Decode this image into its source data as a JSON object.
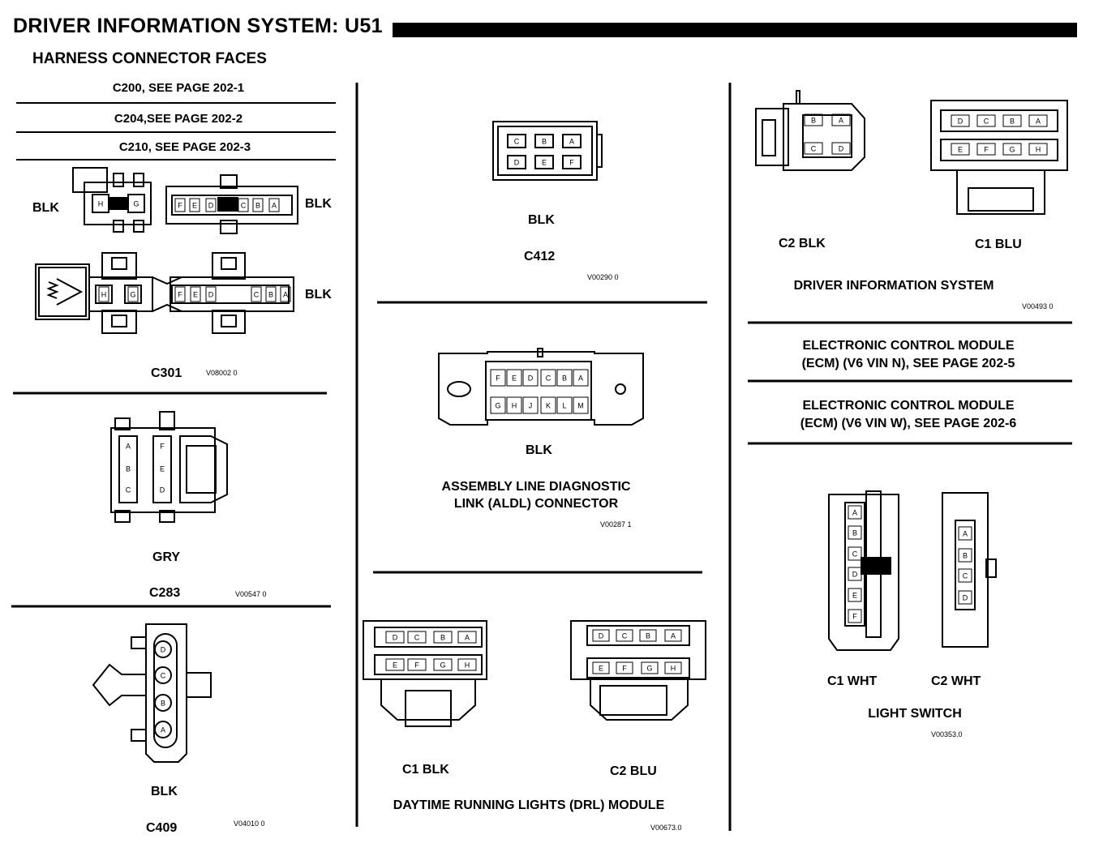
{
  "header": {
    "title": "DRIVER INFORMATION SYSTEM: U51",
    "subtitle": "HARNESS CONNECTOR FACES"
  },
  "left_column": {
    "refs": [
      "C200, SEE PAGE 202-1",
      "C204,SEE PAGE 202-2",
      "C210, SEE PAGE 202-3"
    ],
    "c301": {
      "color_top_left": "BLK",
      "color_top_right": "BLK",
      "color_bottom": "BLK",
      "name": "C301",
      "code": "V08002 0",
      "top_left_pins": [
        "H",
        "G"
      ],
      "top_right_pins": [
        "F",
        "E",
        "D",
        "C",
        "B",
        "A"
      ],
      "bottom_pins": [
        "H",
        "G",
        "F",
        "E",
        "D",
        "C",
        "B",
        "A"
      ]
    },
    "c283": {
      "color": "GRY",
      "name": "C283",
      "code": "V00547 0",
      "pins_left": [
        "A",
        "B",
        "C"
      ],
      "pins_right": [
        "F",
        "E",
        "D"
      ]
    },
    "c409": {
      "color": "BLK",
      "name": "C409",
      "code": "V04010 0",
      "pins": [
        "D",
        "C",
        "B",
        "A"
      ]
    }
  },
  "middle_column": {
    "c412": {
      "color": "BLK",
      "name": "C412",
      "code": "V00290 0",
      "pins_top": [
        "C",
        "B",
        "A"
      ],
      "pins_bottom": [
        "D",
        "E",
        "F"
      ]
    },
    "aldl": {
      "color": "BLK",
      "name_line1": "ASSEMBLY LINE DIAGNOSTIC",
      "name_line2": "LINK (ALDL) CONNECTOR",
      "code": "V00287 1",
      "pins_top": [
        "F",
        "E",
        "D",
        "C",
        "B",
        "A"
      ],
      "pins_bottom": [
        "G",
        "H",
        "J",
        "K",
        "L",
        "M"
      ]
    },
    "drl": {
      "c1_label": "C1 BLK",
      "c2_label": "C2 BLU",
      "name": "DAYTIME RUNNING LIGHTS (DRL) MODULE",
      "code": "V00673.0",
      "pins_top": [
        "D",
        "C",
        "B",
        "A"
      ],
      "pins_bottom": [
        "E",
        "F",
        "G",
        "H"
      ]
    }
  },
  "right_column": {
    "dis": {
      "c2_label": "C2   BLK",
      "c1_label": "C1   BLU",
      "name": "DRIVER INFORMATION SYSTEM",
      "code": "V00493 0",
      "c2_pins_top": [
        "B",
        "A"
      ],
      "c2_pins_bottom": [
        "C",
        "D"
      ],
      "c1_pins_top": [
        "D",
        "C",
        "B",
        "A"
      ],
      "c1_pins_bottom": [
        "E",
        "F",
        "G",
        "H"
      ]
    },
    "ecm_n": {
      "line1": "ELECTRONIC CONTROL MODULE",
      "line2": "(ECM) (V6 VIN N), SEE PAGE 202-5"
    },
    "ecm_w": {
      "line1": "ELECTRONIC CONTROL MODULE",
      "line2": "(ECM) (V6 VIN W), SEE PAGE 202-6"
    },
    "light_switch": {
      "c1_label": "C1   WHT",
      "c2_label": "C2   WHT",
      "name": "LIGHT SWITCH",
      "code": "V00353.0",
      "c1_pins": [
        "A",
        "B",
        "C",
        "D",
        "E",
        "F"
      ],
      "c2_pins": [
        "A",
        "B",
        "C",
        "D"
      ]
    }
  }
}
